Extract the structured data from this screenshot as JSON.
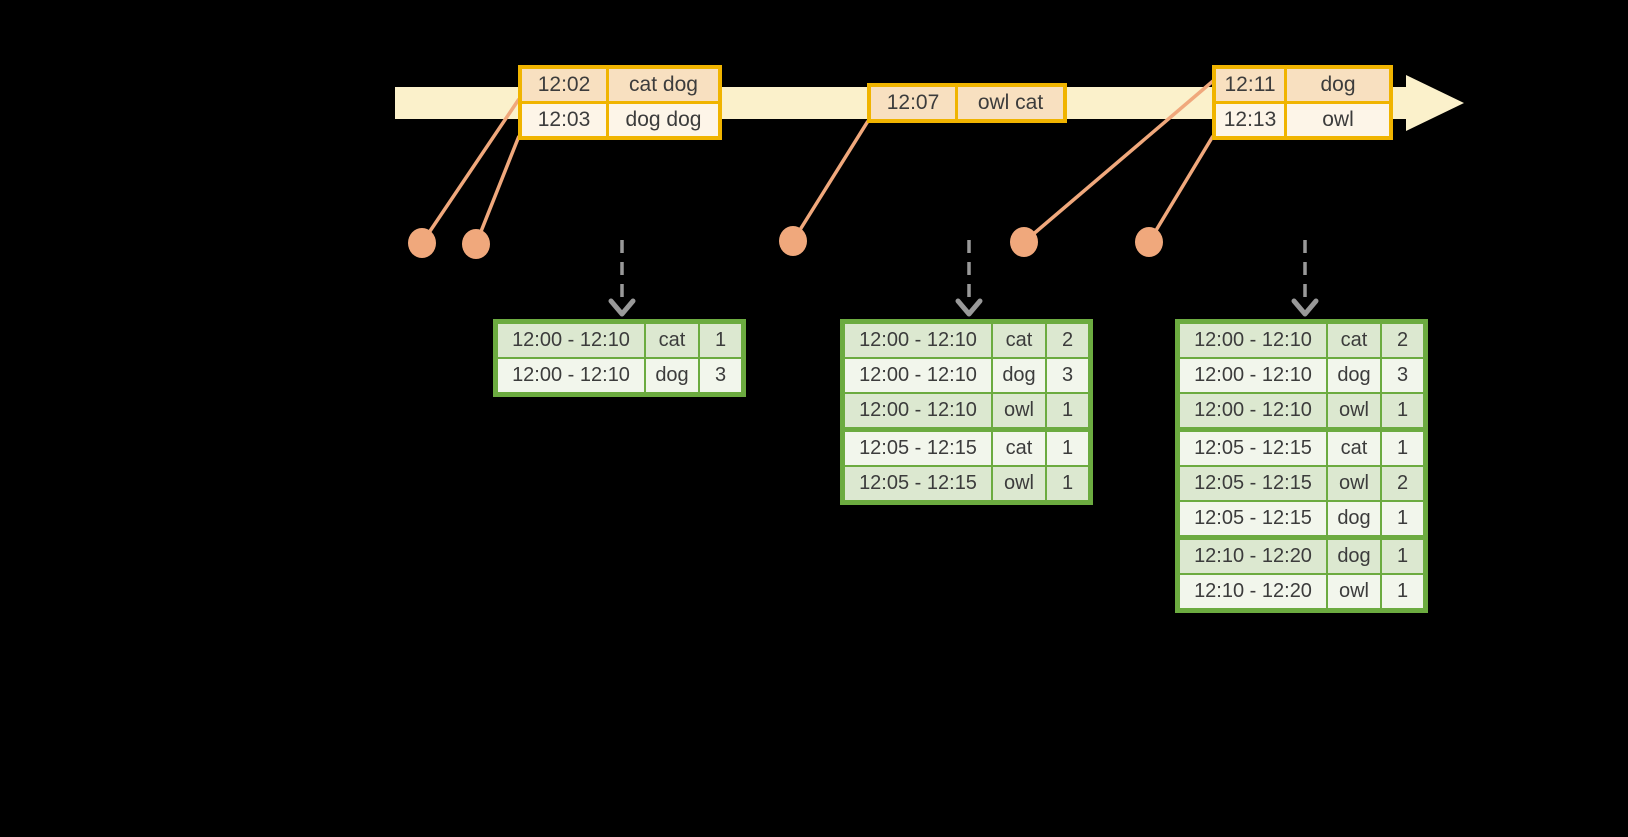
{
  "diagram": {
    "colors": {
      "canvas_bg": "#000000",
      "timeline_band": "#fbf1cb",
      "event_border": "#f0b400",
      "event_row_a": "#f8e0c0",
      "event_row_b": "#fdf5e8",
      "marker": "#f0a87c",
      "arrow": "#999999",
      "result_border": "#6cab40",
      "result_row_a": "#dce8d0",
      "result_row_b": "#f2f6ec",
      "text": "#3c3c3c"
    },
    "event_tables": [
      {
        "rows": [
          {
            "time": "12:02",
            "words": "cat dog"
          },
          {
            "time": "12:03",
            "words": "dog dog"
          }
        ]
      },
      {
        "rows": [
          {
            "time": "12:07",
            "words": "owl cat"
          }
        ]
      },
      {
        "rows": [
          {
            "time": "12:11",
            "words": "dog"
          },
          {
            "time": "12:13",
            "words": "owl"
          }
        ]
      }
    ],
    "result_tables": [
      {
        "rows": [
          {
            "window": "12:00 - 12:10",
            "word": "cat",
            "count": "1"
          },
          {
            "window": "12:00 - 12:10",
            "word": "dog",
            "count": "3"
          }
        ]
      },
      {
        "rows": [
          {
            "window": "12:00 - 12:10",
            "word": "cat",
            "count": "2"
          },
          {
            "window": "12:00 - 12:10",
            "word": "dog",
            "count": "3"
          },
          {
            "window": "12:00 - 12:10",
            "word": "owl",
            "count": "1"
          },
          {
            "window": "12:05 - 12:15",
            "word": "cat",
            "count": "1"
          },
          {
            "window": "12:05 - 12:15",
            "word": "owl",
            "count": "1"
          }
        ]
      },
      {
        "rows": [
          {
            "window": "12:00 - 12:10",
            "word": "cat",
            "count": "2"
          },
          {
            "window": "12:00 - 12:10",
            "word": "dog",
            "count": "3"
          },
          {
            "window": "12:00 - 12:10",
            "word": "owl",
            "count": "1"
          },
          {
            "window": "12:05 - 12:15",
            "word": "cat",
            "count": "1"
          },
          {
            "window": "12:05 - 12:15",
            "word": "owl",
            "count": "2"
          },
          {
            "window": "12:05 - 12:15",
            "word": "dog",
            "count": "1"
          },
          {
            "window": "12:10 - 12:20",
            "word": "dog",
            "count": "1"
          },
          {
            "window": "12:10 - 12:20",
            "word": "owl",
            "count": "1"
          }
        ]
      }
    ]
  }
}
